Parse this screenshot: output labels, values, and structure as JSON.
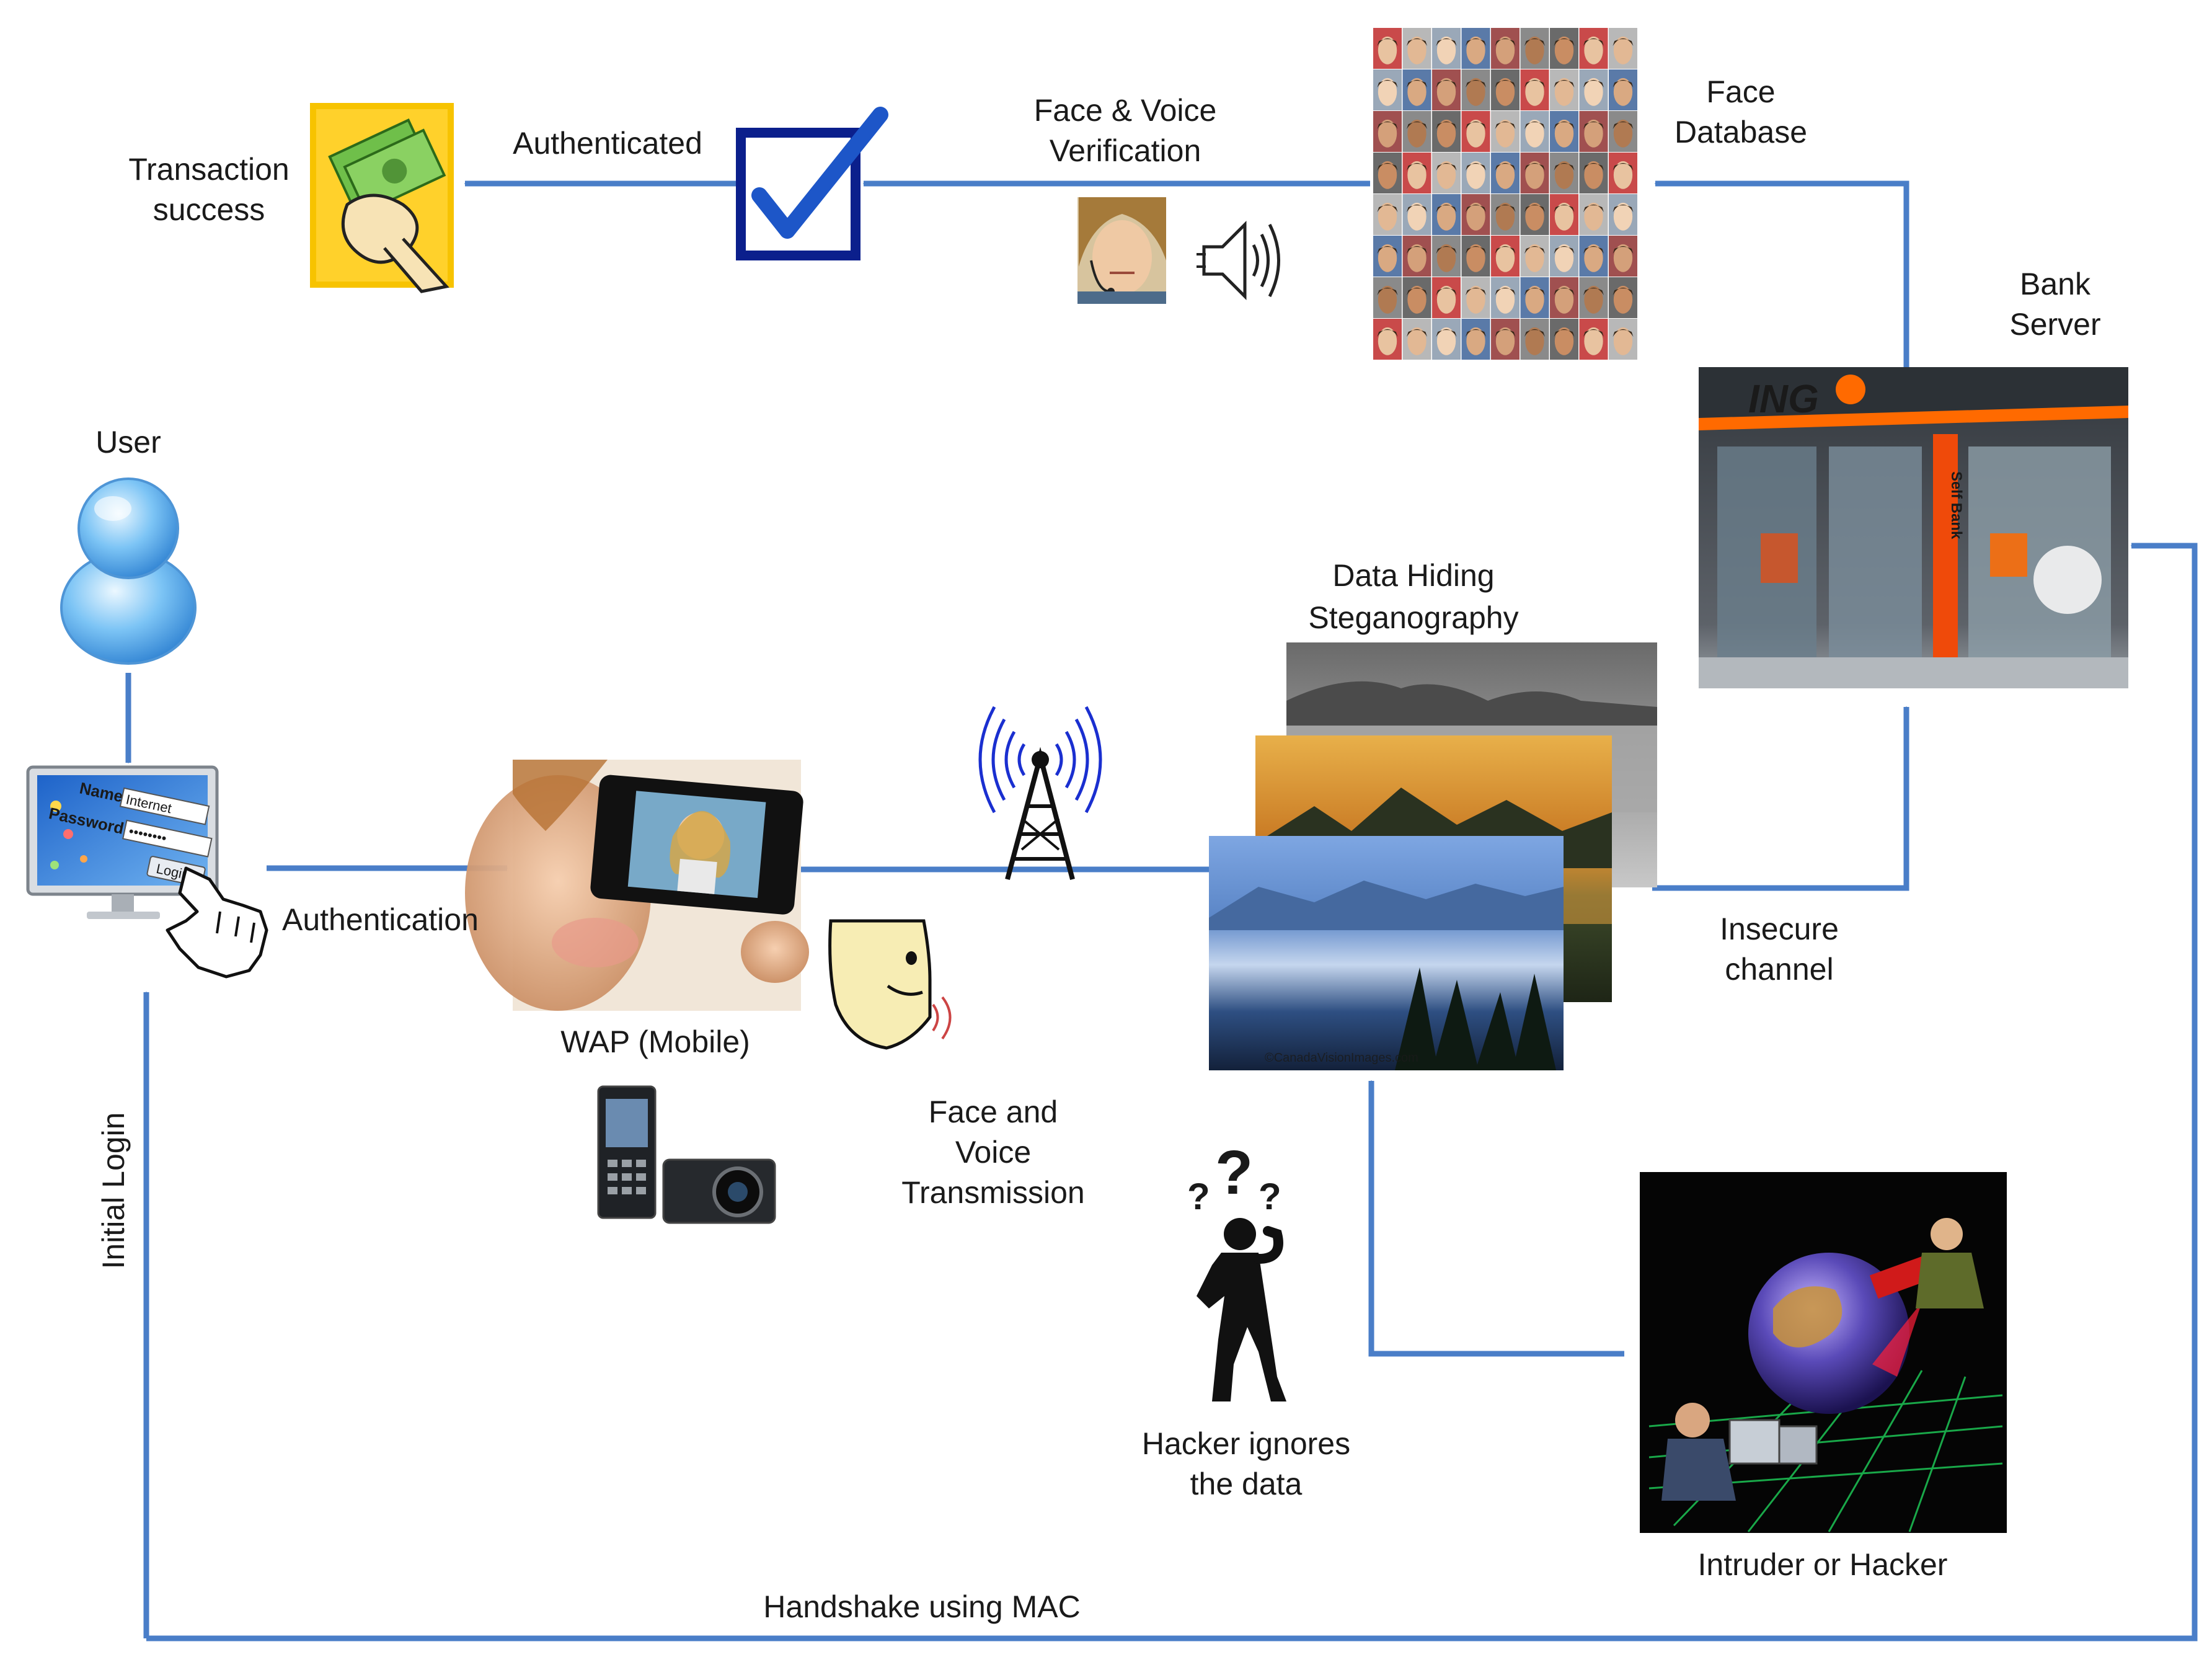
{
  "nodes": {
    "user": "User",
    "authentication": "Authentication",
    "wap": "WAP (Mobile)",
    "transmission": [
      "Face and",
      "Voice",
      "Transmission"
    ],
    "hacker_ignores": [
      "Hacker ignores",
      "the data"
    ],
    "steganography": [
      "Data Hiding",
      "Steganography"
    ],
    "insecure": [
      "Insecure",
      "channel"
    ],
    "bank": [
      "Bank",
      "Server"
    ],
    "face_db": [
      "Face",
      "Database"
    ],
    "verification": [
      "Face & Voice",
      "Verification"
    ],
    "authenticated": "Authenticated",
    "transaction": [
      "Transaction",
      "success"
    ],
    "intruder": "Intruder or Hacker",
    "handshake": "Handshake using MAC",
    "initial_login": "Initial Login",
    "bank_sign": "ING",
    "bank_door": "Self Bank",
    "watermark": "©CanadaVisionImages.com"
  },
  "login_screen": {
    "name_label": "Name",
    "name_value": "Internet",
    "password_label": "Password",
    "password_value": "••••••••",
    "login_button": "Login"
  },
  "colors": {
    "flow": "#4a7ec8",
    "antenna_waves": "#1a2fd0",
    "hacker_question": "#cc1111",
    "check_frame": "#0b1f8c",
    "transaction_bg": "#f7c300"
  }
}
